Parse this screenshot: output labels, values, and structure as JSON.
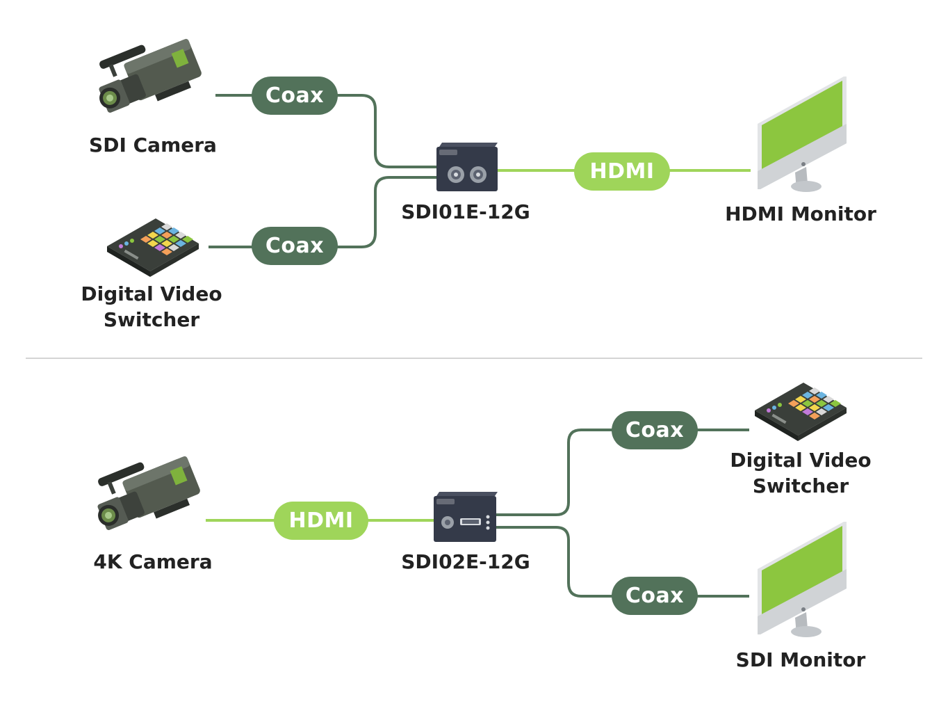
{
  "colors": {
    "coax": "#52725a",
    "hdmi": "#9fd55a",
    "divider": "#d4d4d4",
    "text": "#222222",
    "screen": "#8cc63f",
    "device_body": "#343a49"
  },
  "top_section": {
    "source_1": {
      "label": "SDI Camera",
      "icon": "video-camera-icon"
    },
    "source_2": {
      "label_line1": "Digital Video",
      "label_line2": "Switcher",
      "icon": "video-switcher-icon"
    },
    "cable_1": "Coax",
    "cable_2": "Coax",
    "converter": {
      "label": "SDI01E-12G",
      "icon": "converter-box-icon"
    },
    "output_cable": "HDMI",
    "destination": {
      "label": "HDMI Monitor",
      "icon": "monitor-icon"
    }
  },
  "bottom_section": {
    "source": {
      "label": "4K Camera",
      "icon": "video-camera-icon"
    },
    "input_cable": "HDMI",
    "converter": {
      "label": "SDI02E-12G",
      "icon": "converter-box-icon"
    },
    "cable_1": "Coax",
    "cable_2": "Coax",
    "destination_1": {
      "label_line1": "Digital Video",
      "label_line2": "Switcher",
      "icon": "video-switcher-icon"
    },
    "destination_2": {
      "label": "SDI Monitor",
      "icon": "monitor-icon"
    }
  }
}
